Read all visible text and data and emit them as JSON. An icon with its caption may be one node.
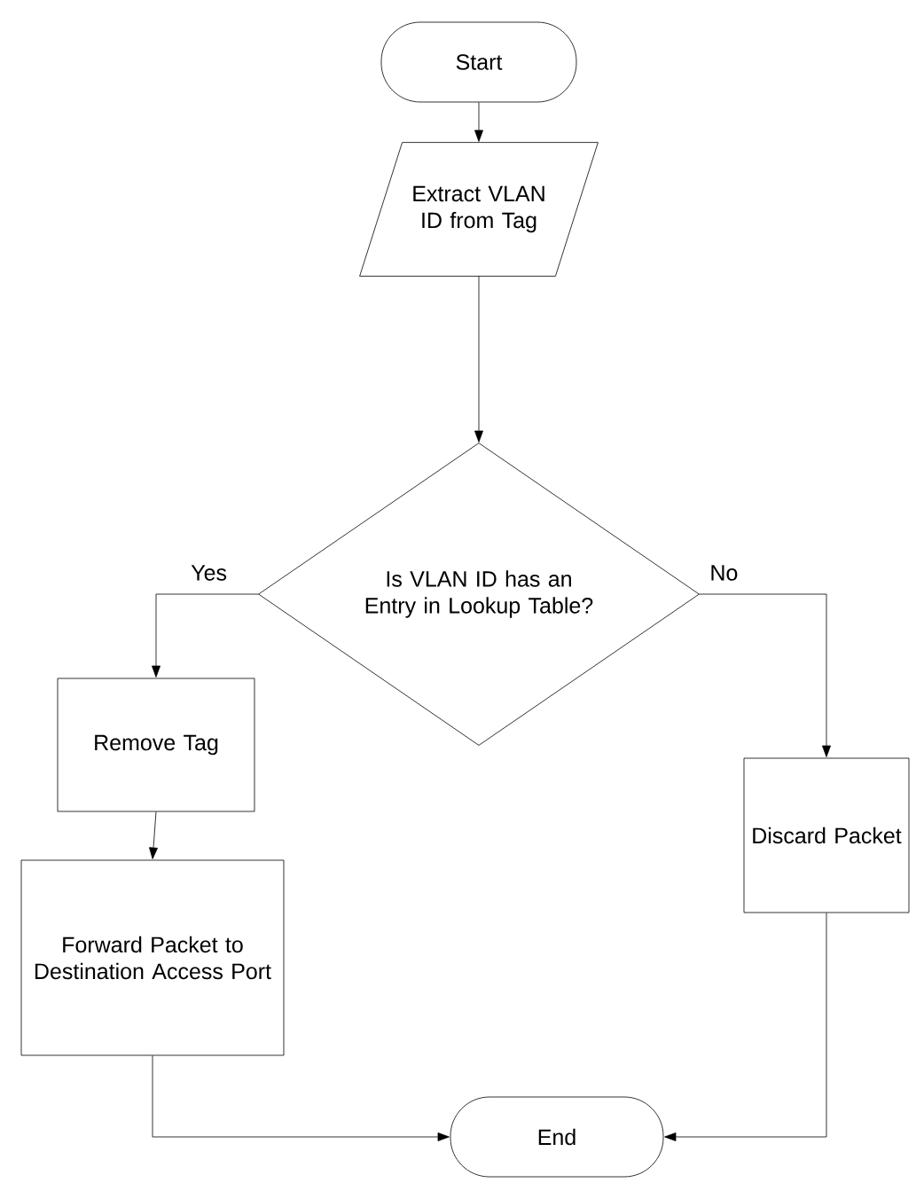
{
  "diagram": {
    "nodes": [
      {
        "text": [
          "Start"
        ]
      },
      {
        "text": [
          "Extract VLAN ID from Tag"
        ]
      },
      {
        "text": [
          "Is VLAN ID has an Entry in Lookup Table?"
        ]
      },
      {
        "text": [
          "Remove Tag"
        ]
      },
      {
        "text": [
          "Forward Packet to Destination Access Port"
        ]
      },
      {
        "text": [
          "Discard Packet"
        ]
      },
      {
        "text": [
          "End"
        ]
      }
    ],
    "edges": [
      {
        "from": 0,
        "to": 1,
        "arrow": "to"
      },
      {
        "from": 1,
        "to": 2,
        "arrow": "to"
      },
      {
        "from": 2,
        "to": 3,
        "arrow": "to",
        "label": "Yes"
      },
      {
        "from": 3,
        "to": 4,
        "arrow": "to"
      },
      {
        "from": 2,
        "to": 5,
        "arrow": "to",
        "label": "No"
      },
      {
        "from": 4,
        "to": 6,
        "arrow": "to"
      },
      {
        "from": 5,
        "to": 6,
        "arrow": "to"
      }
    ]
  }
}
